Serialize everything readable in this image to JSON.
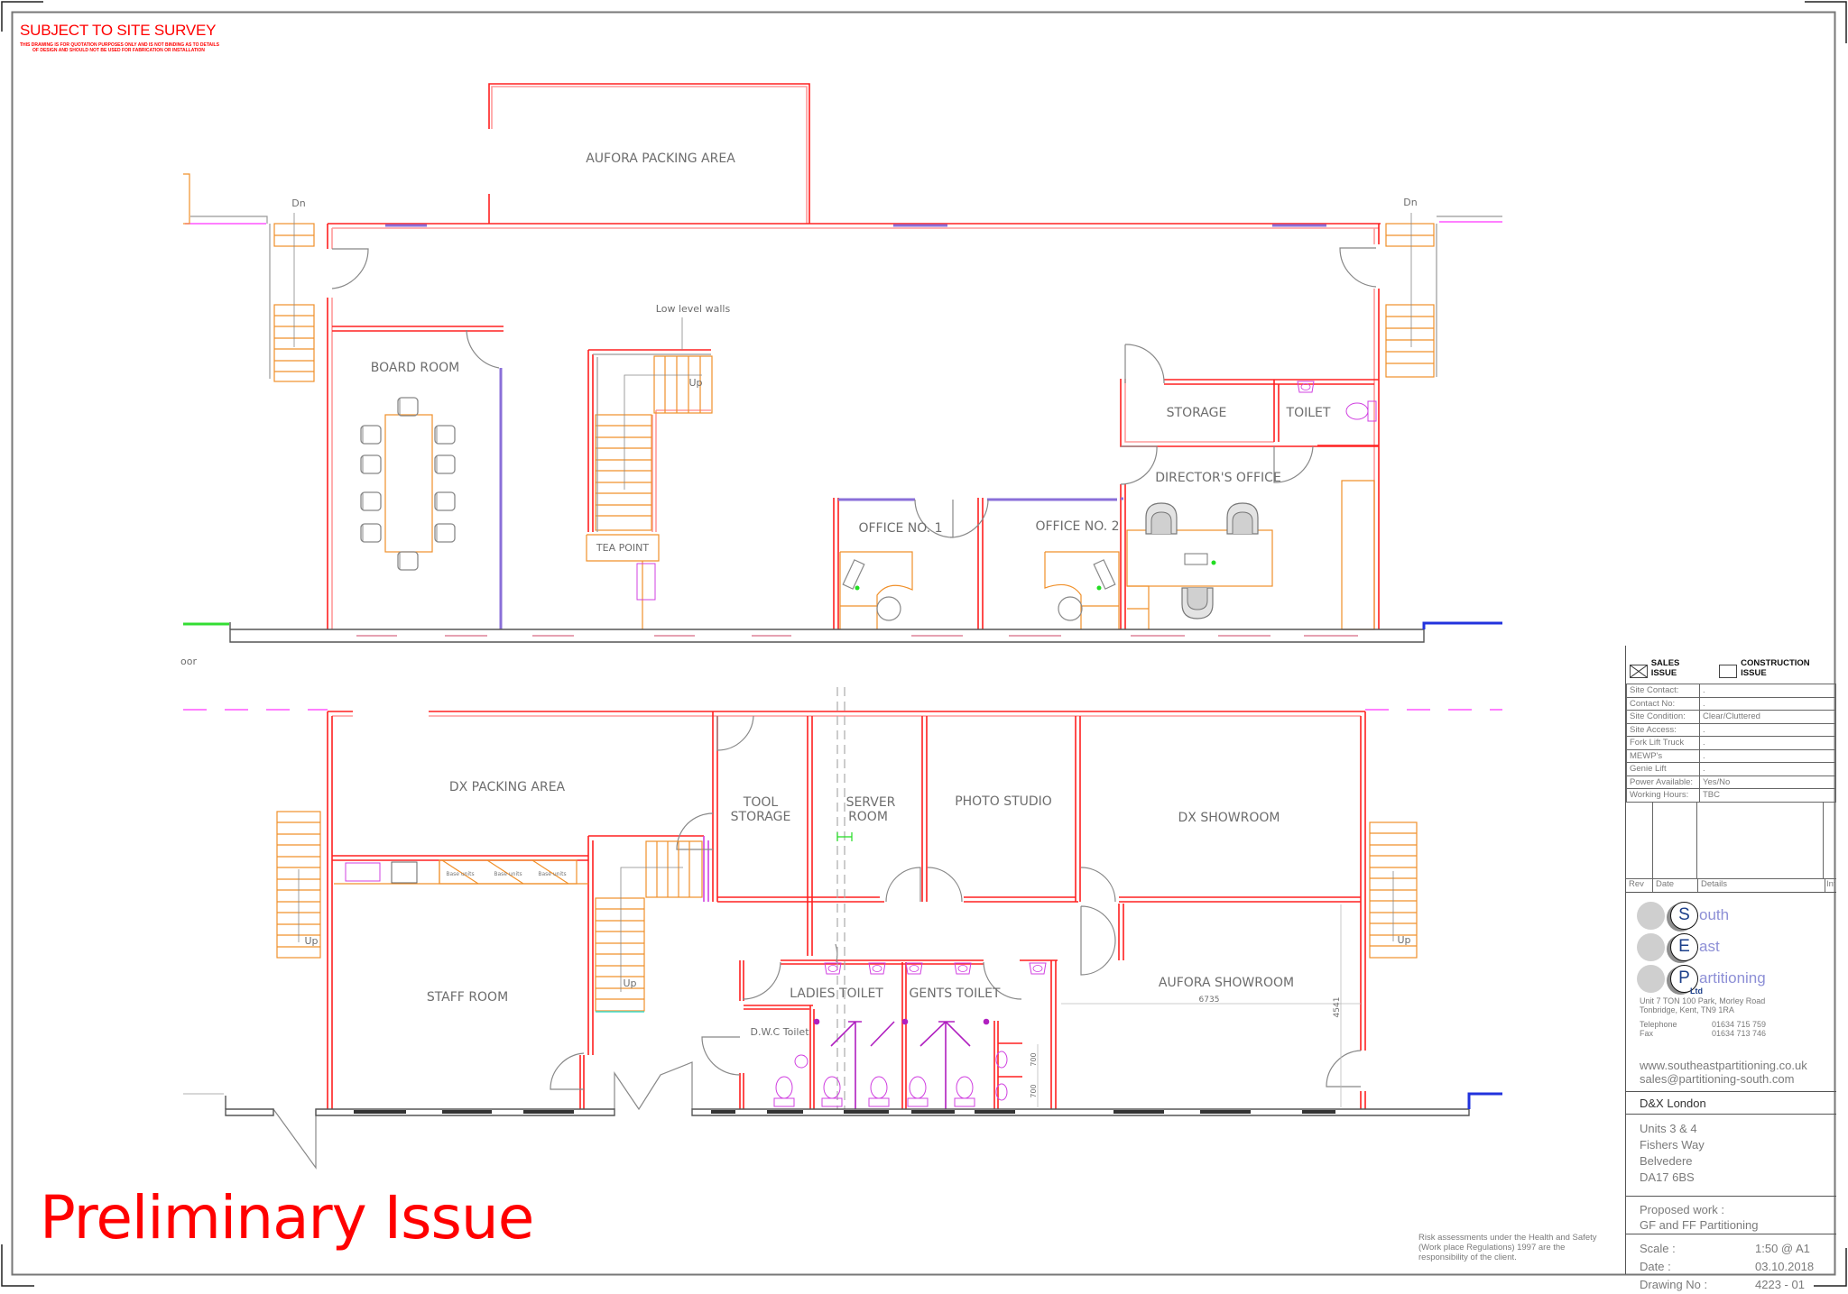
{
  "header": {
    "title": "SUBJECT TO SITE SURVEY",
    "disclaimer_line1": "THIS DRAWING IS FOR QUOTATION PURPOSES ONLY AND IS NOT BINDING AS TO DETAILS",
    "disclaimer_line2": "OF DESIGN AND SHOULD NOT BE USED FOR FABRICATION OR INSTALLATION"
  },
  "watermark": "Preliminary Issue",
  "risk_note": "Risk assessments under the Health and Safety (Work place Regulations) 1997 are the responsibility of the client.",
  "plans": {
    "first_floor": {
      "rooms": {
        "aufora_packing": "AUFORA PACKING AREA",
        "board_room": "BOARD ROOM",
        "tea_point": "TEA POINT",
        "office1": "OFFICE NO. 1",
        "office2": "OFFICE NO. 2",
        "storage": "STORAGE",
        "toilet": "TOILET",
        "directors_office": "DIRECTOR'S OFFICE"
      },
      "annotations": {
        "low_level_walls": "Low level walls",
        "dn_left": "Dn",
        "dn_right": "Dn",
        "up_inner": "Up"
      }
    },
    "ground_floor": {
      "floor_label_fragment": "oor",
      "rooms": {
        "dx_packing": "DX PACKING AREA",
        "staff_room": "STAFF ROOM",
        "tool_storage_1": "TOOL",
        "tool_storage_2": "STORAGE",
        "server_room_1": "SERVER",
        "server_room_2": "ROOM",
        "photo_studio": "PHOTO STUDIO",
        "dx_showroom": "DX SHOWROOM",
        "aufora_showroom": "AUFORA SHOWROOM",
        "ladies_toilet": "LADIES TOILET",
        "gents_toilet": "GENTS TOILET",
        "dwc_toilet": "D.W.C Toilet"
      },
      "annotations": {
        "base_unit": "Base units",
        "up_left": "Up",
        "up_inner": "Up",
        "up_right": "Up",
        "dim_width": "6735",
        "dim_height": "4541",
        "urinal_spacing": "700"
      }
    }
  },
  "title_block": {
    "sales_issue": "SALES ISSUE",
    "construction_issue": "CONSTRUCTION ISSUE",
    "sales_checked": true,
    "fields": [
      {
        "label": "Site Contact:",
        "value": "."
      },
      {
        "label": "Contact No:",
        "value": "."
      },
      {
        "label": "Site Condition:",
        "value": "Clear/Cluttered"
      },
      {
        "label": "Site Access:",
        "value": "."
      },
      {
        "label": "Fork Lift Truck",
        "value": "."
      },
      {
        "label": "MEWP's",
        "value": "."
      },
      {
        "label": "Genie Lift",
        "value": "."
      },
      {
        "label": "Power Available:",
        "value": "Yes/No"
      },
      {
        "label": "Working Hours:",
        "value": "TBC"
      }
    ],
    "revision_headers": {
      "rev": "Rev",
      "date": "Date",
      "details": "Details",
      "int": "Int"
    },
    "company": {
      "letters": [
        "S",
        "E",
        "P"
      ],
      "words": [
        "outh",
        "ast",
        "artitioning"
      ],
      "ltd": "Ltd",
      "address_line1": "Unit 7 TON 100 Park, Morley Road",
      "address_line2": "Tonbridge, Kent, TN9 1RA",
      "telephone_label": "Telephone",
      "telephone": "01634  715 759",
      "fax_label": "Fax",
      "fax": "01634  713 746",
      "website": "www.southeastpartitioning.co.uk",
      "email": "sales@partitioning-south.com"
    },
    "client": "D&X London",
    "site_address": [
      "Units 3 & 4",
      "Fishers Way",
      "Belvedere",
      "DA17 6BS"
    ],
    "proposed_work_label": "Proposed work :",
    "proposed_work": "GF and FF Partitioning",
    "scale_label": "Scale :",
    "scale": "1:50 @ A1",
    "date_label": "Date :",
    "date": "03.10.2018",
    "drawing_no_label": "Drawing No :",
    "drawing_no": "4223 - 01"
  },
  "colors": {
    "partition": "#ff2020",
    "partition_light": "#ff9a9a",
    "stair": "#f0902a",
    "glazing": "#8a6fd8",
    "sanitary": "#d040e0",
    "annotation_red": "#ff0000",
    "logo_blue": "#1c3f8a",
    "logo_word": "#8d8fd6"
  }
}
